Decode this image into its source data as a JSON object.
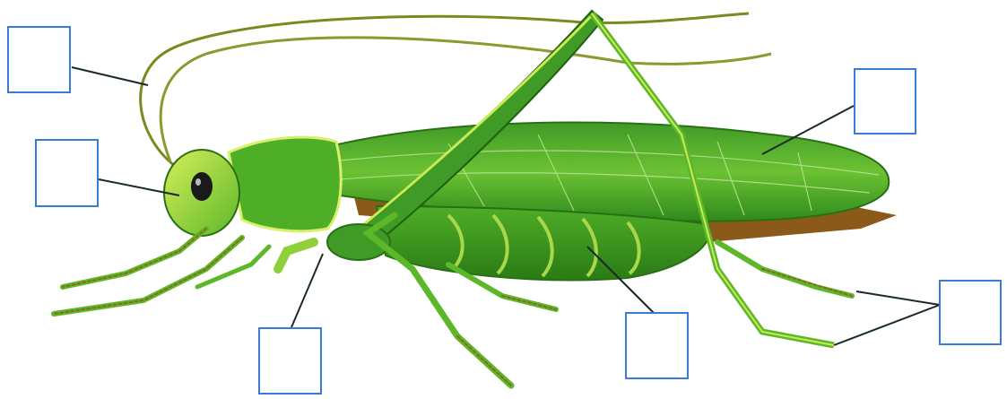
{
  "diagram": {
    "subject": "grasshopper",
    "box_color": "#3a7bd5",
    "leader_color": "#1a2a2a",
    "body_colors": {
      "dark_green": "#2e8b1e",
      "mid_green": "#5cb82a",
      "light_green": "#b8e04a",
      "brown": "#8b5a1a"
    },
    "labels": [
      {
        "id": "antenna",
        "text": ""
      },
      {
        "id": "head",
        "text": ""
      },
      {
        "id": "wing",
        "text": ""
      },
      {
        "id": "thorax-leg",
        "text": ""
      },
      {
        "id": "abdomen",
        "text": ""
      },
      {
        "id": "legs",
        "text": ""
      }
    ]
  }
}
